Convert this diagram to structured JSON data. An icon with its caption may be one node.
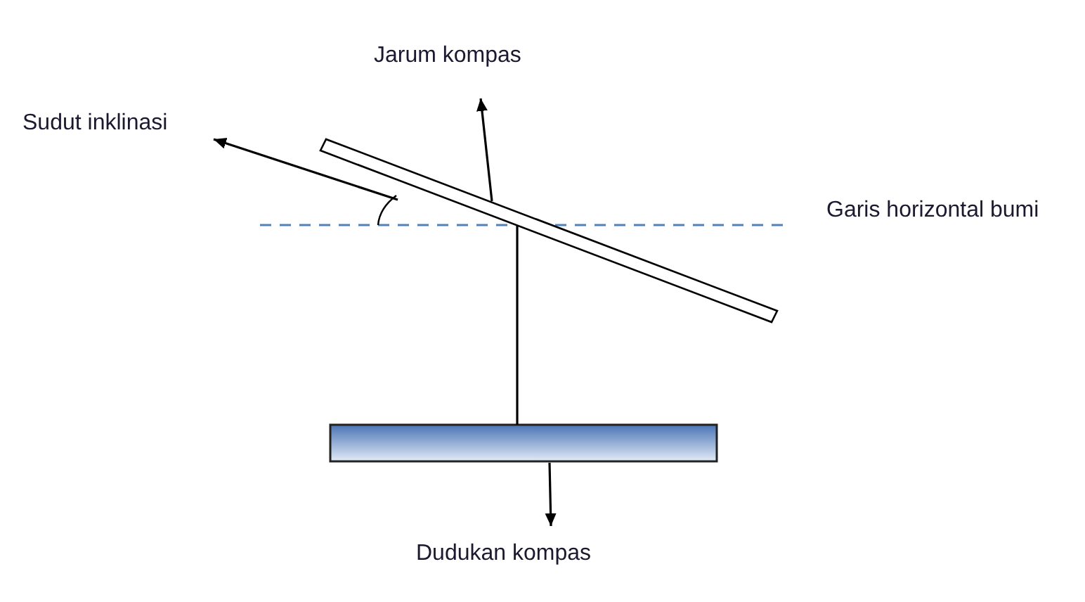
{
  "diagram": {
    "nodes": [
      {
        "text": [
          "Jarum kompas"
        ]
      },
      {
        "text": [
          "Sudut inklinasi"
        ]
      },
      {
        "text": [],
        "shape": "bar"
      },
      {
        "text": [],
        "shape": "bar"
      },
      {
        "text": [
          "Dudukan kompas"
        ]
      },
      {
        "text": [],
        "shape": "arc"
      }
    ],
    "edges": [
      {
        "from": 2,
        "to": 0,
        "arrow": "to"
      },
      {
        "from": 5,
        "to": 1,
        "arrow": "to"
      },
      {
        "from": 3,
        "to": 4,
        "arrow": "to"
      },
      {
        "from": 2,
        "to": 3,
        "arrow": "none"
      }
    ],
    "labels": [
      "Garis horizontal bumi"
    ]
  }
}
